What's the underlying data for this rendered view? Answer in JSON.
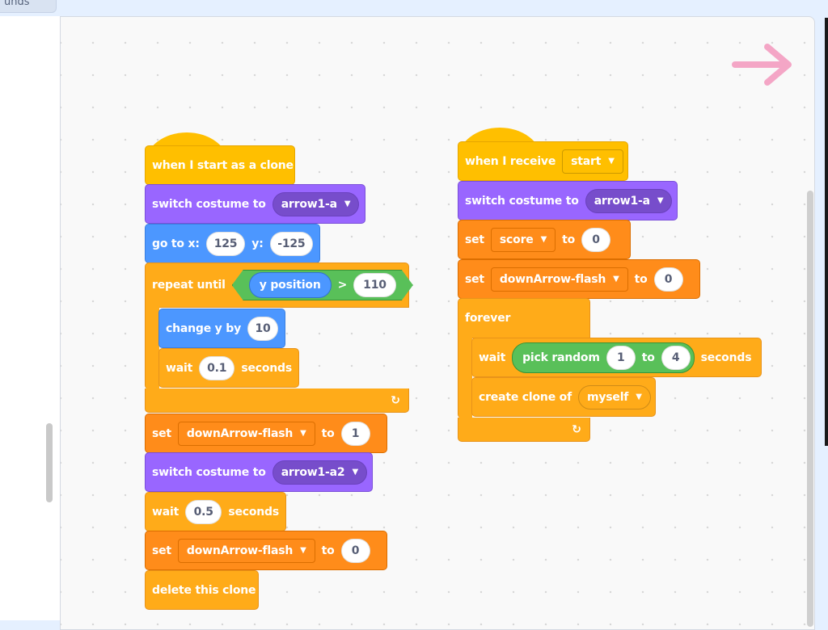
{
  "top_tab": {
    "label": "unds"
  },
  "stack_left": {
    "hat": {
      "label": "when I start as a clone"
    },
    "switch1": {
      "label": "switch costume to",
      "costume": "arrow1-a"
    },
    "goto": {
      "label": "go to x:",
      "x": "125",
      "ylabel": "y:",
      "y": "-125"
    },
    "repeat": {
      "label": "repeat until",
      "reporter": "y position",
      "op": ">",
      "value": "110"
    },
    "changey": {
      "label": "change y by",
      "value": "10"
    },
    "wait1": {
      "label": "wait",
      "value": "0.1",
      "unit": "seconds"
    },
    "set1": {
      "label": "set",
      "var": "downArrow-flash",
      "to": "to",
      "value": "1"
    },
    "switch2": {
      "label": "switch costume to",
      "costume": "arrow1-a2"
    },
    "wait2": {
      "label": "wait",
      "value": "0.5",
      "unit": "seconds"
    },
    "set2": {
      "label": "set",
      "var": "downArrow-flash",
      "to": "to",
      "value": "0"
    },
    "delete": {
      "label": "delete this clone"
    }
  },
  "stack_right": {
    "hat": {
      "label": "when I receive",
      "message": "start"
    },
    "switch": {
      "label": "switch costume to",
      "costume": "arrow1-a"
    },
    "set_score": {
      "label": "set",
      "var": "score",
      "to": "to",
      "value": "0"
    },
    "set_flash": {
      "label": "set",
      "var": "downArrow-flash",
      "to": "to",
      "value": "0"
    },
    "forever": {
      "label": "forever"
    },
    "wait": {
      "label": "wait",
      "op": "pick random",
      "from": "1",
      "to": "to",
      "until": "4",
      "unit": "seconds"
    },
    "clone": {
      "label": "create clone of",
      "target": "myself"
    }
  },
  "icons": {
    "repeat_arrow": "↻",
    "caret": "▼"
  },
  "colors": {
    "events": "#ffbf00",
    "looks": "#9966ff",
    "motion": "#4c97ff",
    "control": "#ffab19",
    "variables": "#ff8c1a",
    "operators": "#59c059",
    "sprite_arrow": "#f4a6c6"
  }
}
